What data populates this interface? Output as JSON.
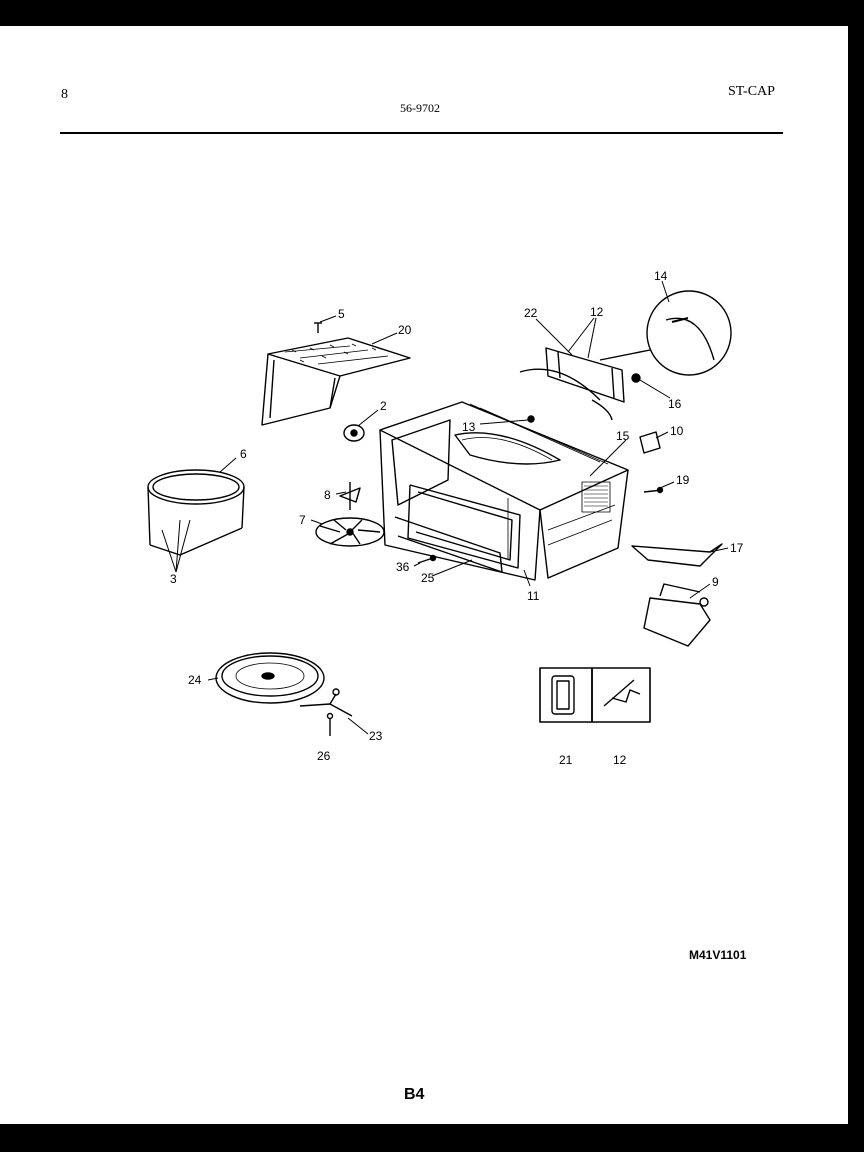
{
  "header": {
    "page_number": "8",
    "catalog_number": "56-9702",
    "section": "ST-CAP"
  },
  "diagram": {
    "part_labels": [
      "14",
      "22",
      "12",
      "5",
      "20",
      "2",
      "13",
      "15",
      "10",
      "16",
      "6",
      "8",
      "19",
      "7",
      "36",
      "25",
      "11",
      "17",
      "3",
      "9",
      "24",
      "23",
      "26",
      "21",
      "12"
    ]
  },
  "footer": {
    "model_code": "M41V1101",
    "page_code": "B4"
  }
}
